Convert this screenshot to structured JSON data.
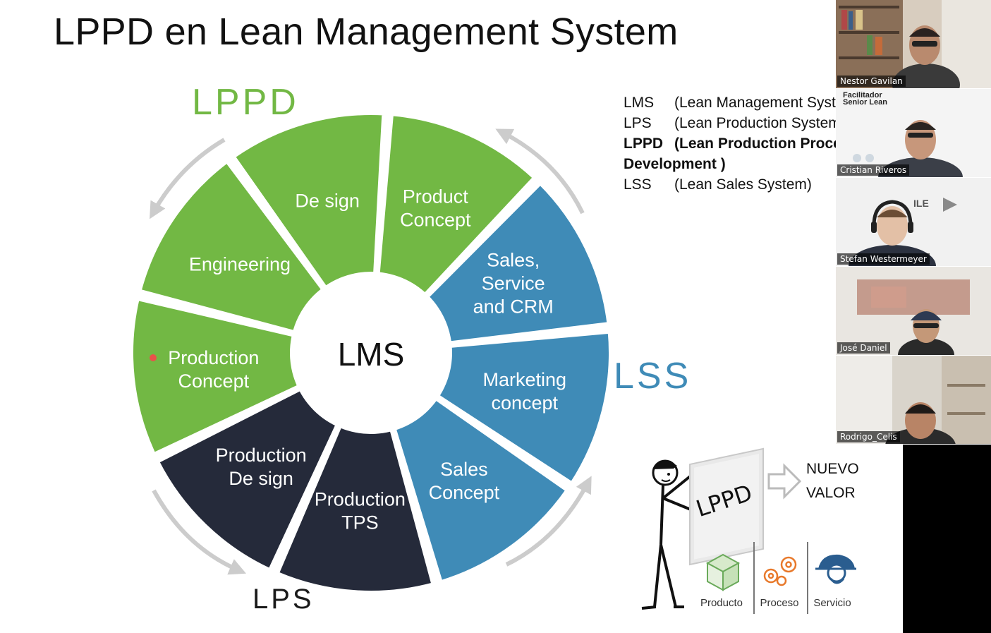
{
  "slide": {
    "title": "LPPD en Lean Management System",
    "wheel": {
      "center": "LMS",
      "segments": [
        {
          "lines": [
            "Product",
            "Concept"
          ],
          "group": "green"
        },
        {
          "lines": [
            "Sales,",
            "Service",
            "and CRM"
          ],
          "group": "blue"
        },
        {
          "lines": [
            "Marketing",
            "concept"
          ],
          "group": "blue"
        },
        {
          "lines": [
            "Sales",
            "Concept"
          ],
          "group": "blue"
        },
        {
          "lines": [
            "Production",
            "TPS"
          ],
          "group": "navy"
        },
        {
          "lines": [
            "Production",
            "De sign"
          ],
          "group": "navy"
        },
        {
          "lines": [
            "Production",
            "Concept"
          ],
          "group": "green"
        },
        {
          "lines": [
            "Engineering"
          ],
          "group": "green"
        },
        {
          "lines": [
            "De sign"
          ],
          "group": "green"
        }
      ],
      "group_labels": {
        "lppd": "LPPD",
        "lss": "LSS",
        "lps": "LPS"
      },
      "colors": {
        "green": "#72b844",
        "blue": "#3f8bb7",
        "navy": "#252a3a",
        "arrow": "#cccccc",
        "lppd_label": "#72b844",
        "lss_label": "#3f8bb7",
        "lps_label": "#1a1a1a"
      }
    },
    "legend": [
      {
        "abbr": "LMS",
        "desc": "(Lean Management System)",
        "bold": false
      },
      {
        "abbr": "LPS",
        "desc": "(Lean Production System)",
        "bold": false
      },
      {
        "abbr": "LPPD",
        "desc": "(Lean Production Process",
        "bold": true
      },
      {
        "abbr": "",
        "desc": "Development )",
        "bold": true
      },
      {
        "abbr": "LSS",
        "desc": "(Lean Sales System)",
        "bold": false
      }
    ],
    "illustration": {
      "board_text": "LPPD",
      "result_line1": "NUEVO",
      "result_line2": "VALOR",
      "icons": [
        {
          "label": "Producto",
          "icon": "cube-icon"
        },
        {
          "label": "Proceso",
          "icon": "gears-icon"
        },
        {
          "label": "Servicio",
          "icon": "service-person-icon"
        }
      ]
    }
  },
  "participants": [
    {
      "name": "Nestor Gavilan"
    },
    {
      "name": "Cristian Riveros",
      "watermark_line1": "Facilitador",
      "watermark_line2": "Senior Lean"
    },
    {
      "name": "Stefan Westermeyer",
      "logo_text": "ILE"
    },
    {
      "name": "José Daniel"
    },
    {
      "name": "Rodrigo_Celis"
    }
  ]
}
